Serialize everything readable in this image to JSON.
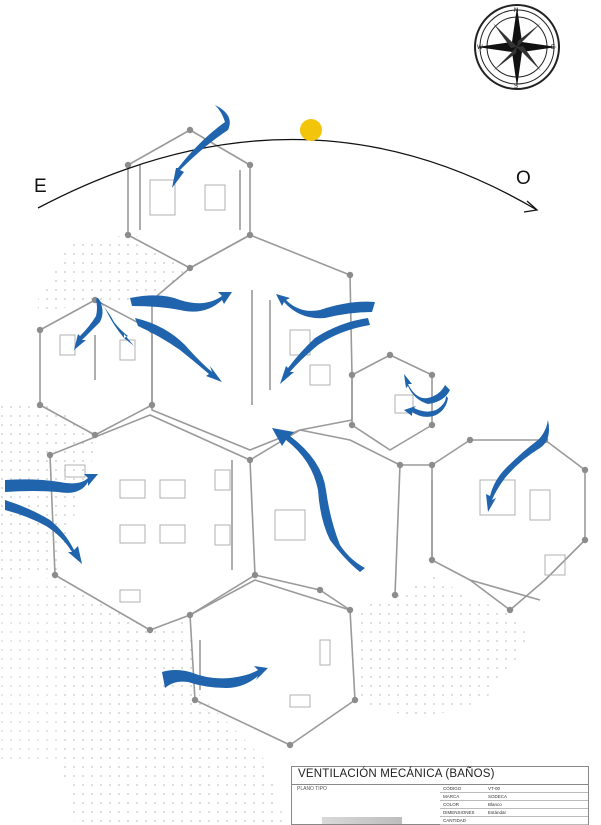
{
  "labels": {
    "east": "E",
    "west": "O"
  },
  "compass": {
    "n": "N",
    "s": "S",
    "e": "E",
    "w": "W"
  },
  "title_block": {
    "title": "VENTILACIÓN MECÁNICA (BAÑOS)",
    "subtitle": "PLANO TIPO",
    "rows": [
      {
        "k": "CÓDIGO",
        "v": "VT-00"
      },
      {
        "k": "MARCA",
        "v": "SODECA"
      },
      {
        "k": "COLOR",
        "v": "Blanco"
      },
      {
        "k": "DIMENSIONES",
        "v": "Estándar"
      },
      {
        "k": "CANTIDAD",
        "v": ""
      }
    ]
  },
  "colors": {
    "arrow": "#1f64ac",
    "sun": "#f2c40a",
    "wall": "#9a9a9a",
    "node": "#8c8c8c",
    "dots": "#c4c4c4"
  }
}
